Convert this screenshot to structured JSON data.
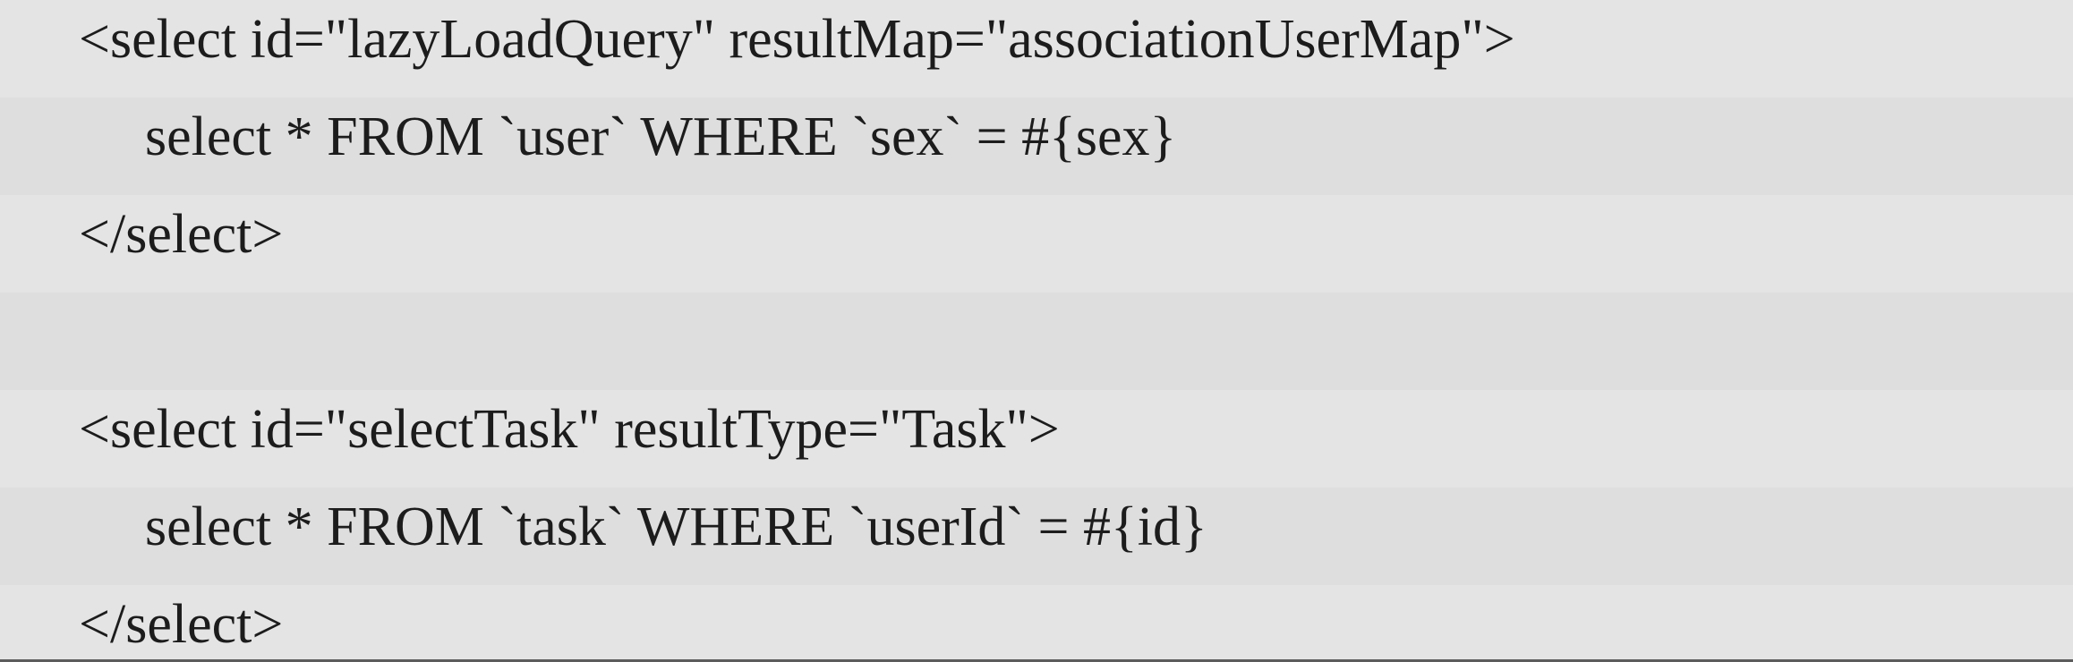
{
  "code": {
    "lines": [
      "<select id=\"lazyLoadQuery\" resultMap=\"associationUserMap\">",
      "select * FROM `user` WHERE `sex` = #{sex}",
      "</select>",
      "",
      "<select id=\"selectTask\" resultType=\"Task\">",
      "select * FROM `task` WHERE `userId` = #{id}",
      "</select>"
    ]
  }
}
